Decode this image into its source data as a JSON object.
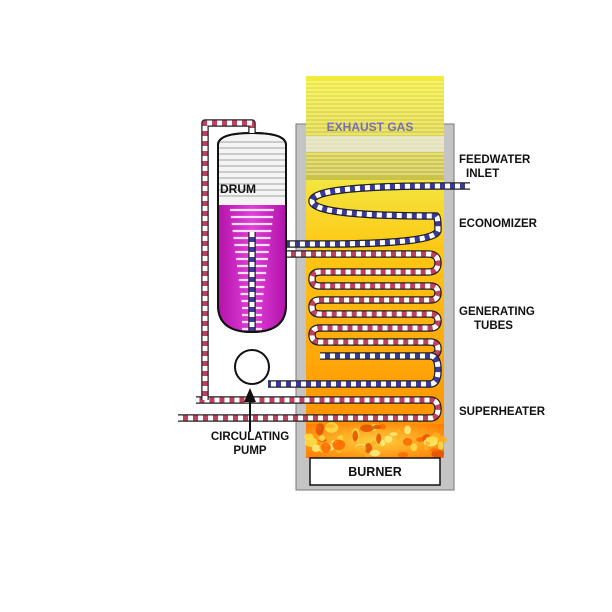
{
  "labels": {
    "exhaust_gas": "EXHAUST GAS",
    "feedwater_line1": "FEEDWATER",
    "feedwater_line2": "INLET",
    "economizer": "ECONOMIZER",
    "generating_line1": "GENERATING",
    "generating_line2": "TUBES",
    "superheater": "SUPERHEATER",
    "drum": "DRUM",
    "pump_line1": "CIRCULATING",
    "pump_line2": "PUMP",
    "burner": "BURNER"
  },
  "colors": {
    "water_tube": "#3a3a9a",
    "steam_tube": "#c04060",
    "drum_water": "#c020b8",
    "flue_top": "#f0e030",
    "flue_bottom": "#ff8c00",
    "flame": "#ff9a00"
  }
}
